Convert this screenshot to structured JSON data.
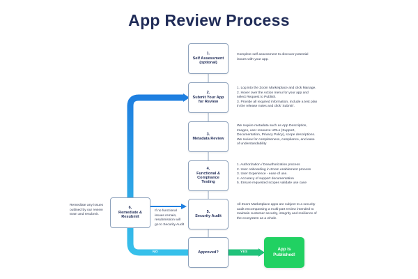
{
  "title": "App Review Process",
  "steps": [
    {
      "number": "1.",
      "label": "Self Assessment\n(optional)"
    },
    {
      "number": "2.",
      "label": "Submit Your App\nfor Review"
    },
    {
      "number": "3.",
      "label": "Metadata Review"
    },
    {
      "number": "4.",
      "label": "Functional &\nCompliance\nTesting"
    },
    {
      "number": "5.",
      "label": "Security Audit"
    }
  ],
  "approved_label": "Approved?",
  "remediate": {
    "number": "6.",
    "label": "Remediate &\nResubmit"
  },
  "published_label": "App is\nPublished!",
  "flags": {
    "no": "NO",
    "yes": "YES"
  },
  "descriptions": {
    "step1": [
      "Complete self-assessment to discover potential",
      "issues with your app."
    ],
    "step2": [
      "1. Log into the Zoom Marketplace and click Manage.",
      "2. Hover over the Action menu for your app and",
      "    select Request to Publish.",
      "3. Provide all required information, include a test plan",
      "    in the release notes and click 'Submit'."
    ],
    "step3": [
      "We require metadata such as App Description,",
      "Images, user resource URLs (Support,",
      "Documentation, Privacy Policy), scope descriptions.",
      "We review for completeness, compliance, and ease",
      "of understandability"
    ],
    "step4": [
      "1. Authorization / Deauthorization process",
      "2. User onboarding in Zoom enablement process",
      "3. User Experience - ease of use.",
      "4. Accuracy of support documentation",
      "5. Ensure requested scopes validate use case"
    ],
    "step5": [
      "All Zoom Marketplace apps are subject to a security",
      "audit encompassing a multi-part review intended to",
      "maintain customer security, integrity and resilience of",
      "the ecosystem as a whole."
    ]
  },
  "remediate_note": [
    "Remediate any issues",
    "outlined by our review",
    "team and resubmit."
  ],
  "security_note": [
    "If no functional",
    "issues remain,",
    "resubmission will",
    "go to Security Audit"
  ],
  "colors": {
    "flow_blue": "#1e8ee3",
    "flow_blue_light": "#35b6ea",
    "published_green": "#21d162",
    "title_navy": "#1f2b57"
  }
}
